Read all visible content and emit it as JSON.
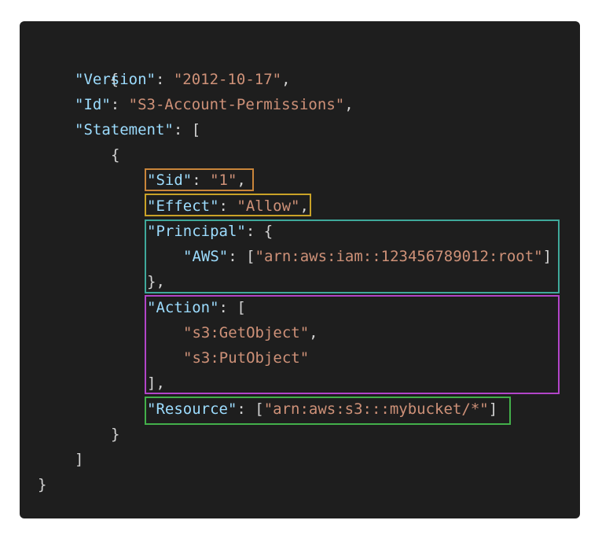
{
  "code": {
    "open_brace": "{",
    "version_key": "\"Version\"",
    "version_value": "\"2012-10-17\"",
    "id_key": "\"Id\"",
    "id_value": "\"S3-Account-Permissions\"",
    "statement_key": "\"Statement\"",
    "statement_open": "[",
    "stmt_open_brace": "{",
    "sid_key": "\"Sid\"",
    "sid_value": "\"1\"",
    "effect_key": "\"Effect\"",
    "effect_value": "\"Allow\"",
    "principal_key": "\"Principal\"",
    "principal_open": "{",
    "aws_key": "\"AWS\"",
    "aws_value": "\"arn:aws:iam::123456789012:root\"",
    "principal_close": "},",
    "action_key": "\"Action\"",
    "action_open": "[",
    "action_1": "\"s3:GetObject\"",
    "action_2": "\"s3:PutObject\"",
    "action_close": "],",
    "resource_key": "\"Resource\"",
    "resource_value": "\"arn:aws:s3:::mybucket/*\"",
    "stmt_close_brace": "}",
    "statement_close": "]",
    "close_brace": "}"
  },
  "colors": {
    "background": "#1e1e1e",
    "key": "#9cdcfe",
    "string": "#ce9178",
    "punctuation": "#d4d4d4",
    "highlight_sid": "#c9853a",
    "highlight_effect": "#c9a227",
    "highlight_principal": "#3fa99b",
    "highlight_action": "#b245c8",
    "highlight_resource": "#43b04a"
  }
}
